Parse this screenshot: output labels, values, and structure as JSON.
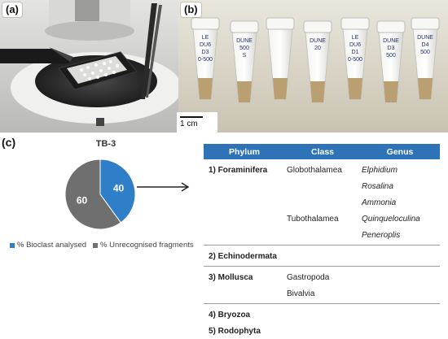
{
  "panels": {
    "a_label": "(a)",
    "b_label": "(b)",
    "c_label": "(c)",
    "scale_label": "1 cm"
  },
  "tube_labels": [
    "LE DU6 D3 0-500",
    "DUNE 500 S",
    "",
    "DUNE 20",
    "LE DU6 D1 0-500",
    "DUNE D3 500",
    "DUNE D4 500"
  ],
  "pie": {
    "title": "TB-3",
    "legend": [
      "% Bioclast analysed",
      "% Unrecognised fragments"
    ]
  },
  "chart_data": {
    "type": "pie",
    "title": "TB-3",
    "categories": [
      "% Bioclast analysed",
      "% Unrecognised fragments"
    ],
    "values": [
      40,
      60
    ],
    "colors": [
      "#2f7fc8",
      "#6f6f6f"
    ],
    "legend_position": "bottom"
  },
  "table": {
    "headers": {
      "phylum": "Phylum",
      "class": "Class",
      "genus": "Genus"
    },
    "groups": [
      {
        "phylum": "1) Foraminifera",
        "rows": [
          {
            "class": "Globothalamea",
            "genus": "Elphidium"
          },
          {
            "class": "",
            "genus": "Rosalina"
          },
          {
            "class": "",
            "genus": "Ammonia"
          },
          {
            "class": "Tubothalamea",
            "genus": "Quinqueloculina"
          },
          {
            "class": "",
            "genus": "Peneroplis"
          }
        ]
      },
      {
        "phylum": "2) Echinodermata",
        "rows": []
      },
      {
        "phylum": "3) Mollusca",
        "rows": [
          {
            "class": "Gastropoda",
            "genus": ""
          },
          {
            "class": "Bivalvia",
            "genus": ""
          }
        ]
      },
      {
        "phylum": "4) Bryozoa",
        "rows": []
      },
      {
        "phylum": "5) Rodophyta",
        "rows": []
      }
    ]
  }
}
